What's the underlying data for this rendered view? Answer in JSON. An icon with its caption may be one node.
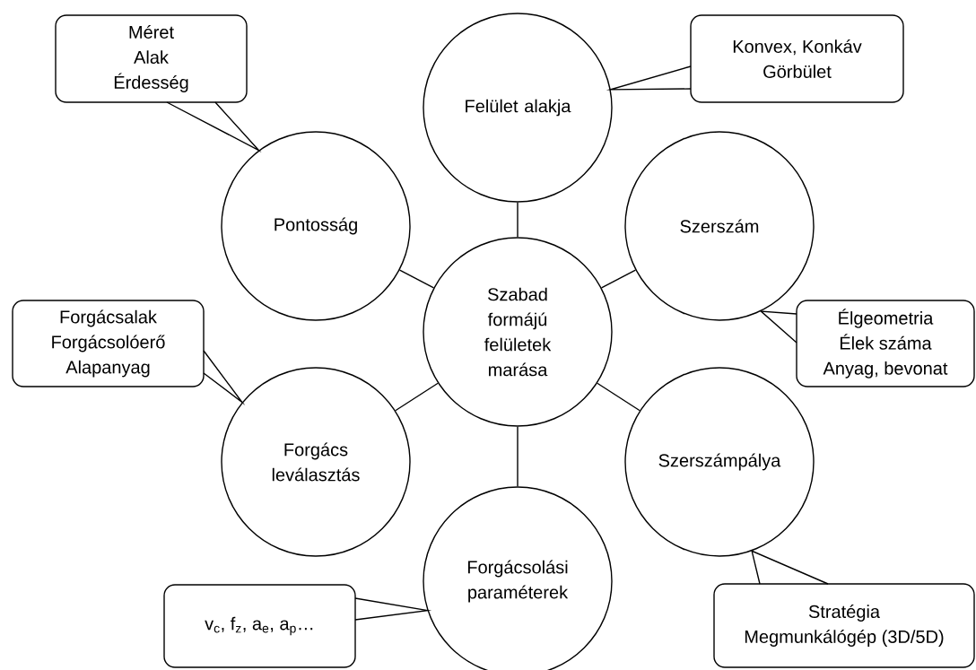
{
  "diagram": {
    "nodes": [
      {
        "text": [
          "Méret",
          "Alak",
          "Érdesség"
        ]
      },
      {
        "text": [
          "Felület alakja"
        ]
      },
      {
        "text": [
          "Konvex, Konkáv",
          "Görbület"
        ]
      },
      {
        "text": [
          "Pontosság"
        ]
      },
      {
        "text": [
          "Szerszám"
        ]
      },
      {
        "text": [
          "Szabad formájú felületek marása"
        ]
      },
      {
        "text": [
          "Élgeometria",
          "Élek száma",
          "Anyag, bevonat"
        ]
      },
      {
        "text": [
          "Forgácsalak",
          "Forgácsolóerő",
          "Alapanyag"
        ]
      },
      {
        "text": [
          "Forgács leválasztás"
        ]
      },
      {
        "text": [
          "Szerszámpálya"
        ]
      },
      {
        "text": [
          "Forgácsolási paraméterek"
        ]
      },
      {
        "text": [
          "v$_{c}$, f$_{z}$, a$_{e}$, a$_{p}$…"
        ]
      },
      {
        "text": [
          "Stratégia",
          "Megmunkálógép (3D/5D)"
        ]
      }
    ],
    "edges": [
      {
        "from": 5,
        "to": 1,
        "arrow": "none"
      },
      {
        "from": 5,
        "to": 4,
        "arrow": "none"
      },
      {
        "from": 5,
        "to": 9,
        "arrow": "none"
      },
      {
        "from": 5,
        "to": 10,
        "arrow": "none"
      },
      {
        "from": 5,
        "to": 8,
        "arrow": "none"
      },
      {
        "from": 5,
        "to": 3,
        "arrow": "none"
      },
      {
        "from": 0,
        "to": 3,
        "arrow": "none"
      },
      {
        "from": 2,
        "to": 1,
        "arrow": "none"
      },
      {
        "from": 6,
        "to": 4,
        "arrow": "none"
      },
      {
        "from": 7,
        "to": 8,
        "arrow": "none"
      },
      {
        "from": 11,
        "to": 10,
        "arrow": "none"
      },
      {
        "from": 12,
        "to": 9,
        "arrow": "none"
      }
    ]
  }
}
